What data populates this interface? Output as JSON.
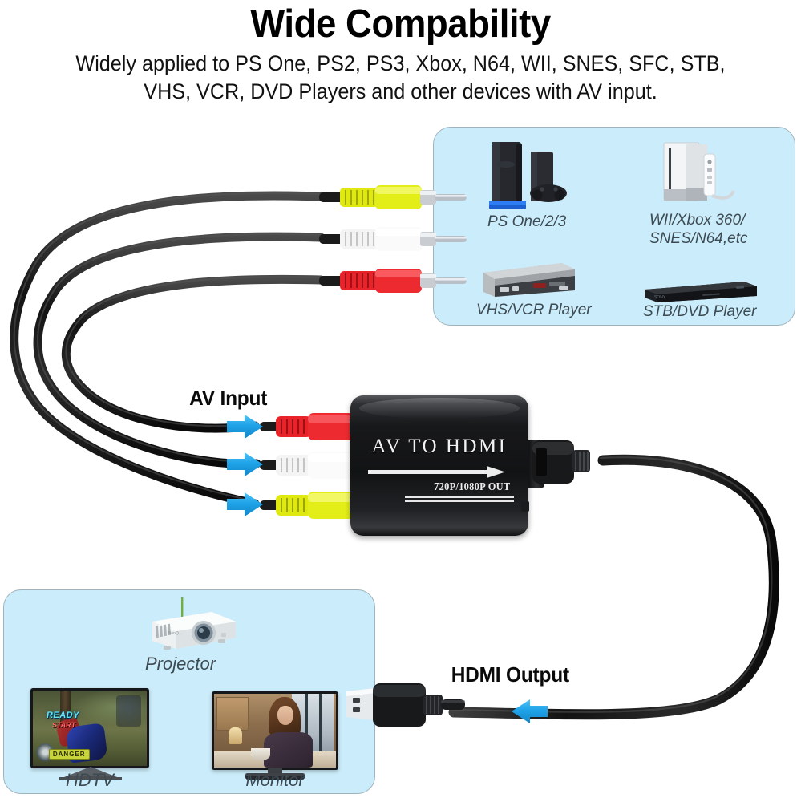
{
  "header": {
    "title": "Wide Compability",
    "subtitle": "Widely applied to PS One, PS2, PS3, Xbox, N64, WII, SNES, SFC, STB,\nVHS, VCR, DVD Players and other devices with AV input."
  },
  "converter": {
    "title": "AV TO HDMI",
    "subtitle": "720P/1080P OUT",
    "arrow_icon": "right-arrow-icon"
  },
  "callouts": {
    "av_input": "AV Input",
    "hdmi_output": "HDMI Output"
  },
  "source_panel": {
    "devices": [
      {
        "label": "PS One/2/3",
        "image": "playstation-console-image"
      },
      {
        "label": "WII/Xbox 360/\nSNES/N64,etc",
        "image": "wii-console-image"
      },
      {
        "label": "VHS/VCR Player",
        "image": "vcr-player-image"
      },
      {
        "label": "STB/DVD Player",
        "image": "dvd-player-image"
      }
    ]
  },
  "display_panel": {
    "devices": [
      {
        "label": "Projector",
        "image": "projector-image"
      },
      {
        "label": "HDTV",
        "image": "hdtv-screen-image"
      },
      {
        "label": "Monitor",
        "image": "monitor-screen-image"
      }
    ],
    "hdtv_screen": {
      "hud_ready": "READY",
      "hud_start": "START",
      "hud_bar": "DANGER"
    }
  },
  "rca_plugs": {
    "top_group": [
      "yellow",
      "white",
      "red"
    ],
    "input_group": [
      "red",
      "white",
      "yellow"
    ]
  },
  "colors": {
    "panel_fill": "#cbecfa",
    "panel_border": "#9fb3bd",
    "arrow_blue": "#29a8e8",
    "rca_red": "#e8232a",
    "rca_white": "#f2f2f2",
    "rca_yellow": "#e3ed18",
    "cable_black": "#171717",
    "label_gray": "#3d4a52",
    "box_black": "#141516"
  }
}
